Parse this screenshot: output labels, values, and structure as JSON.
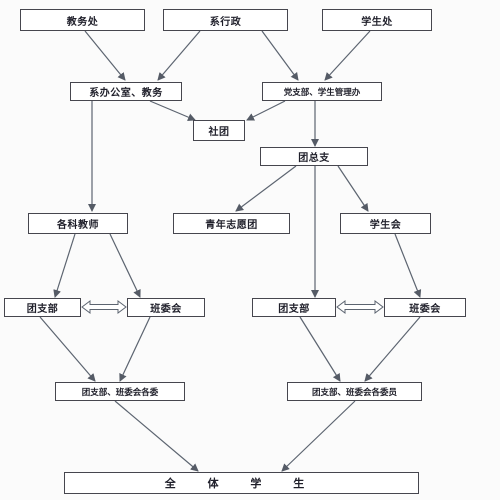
{
  "nodes": {
    "jiaowuchu": "教务处",
    "xixingzheng": "系行政",
    "xueshengchu": "学生处",
    "xiban": "系办公室、教务",
    "dangzhibu": "党支部、学生管理办",
    "shetuan": "社团",
    "tuanzongzhi": "团总支",
    "gekejiaoshi": "各科教师",
    "qingnian": "青年志愿团",
    "xueshenghui": "学生会",
    "tuanzhibu_left": "团支部",
    "banweihui_left": "班委会",
    "tuanzhibu_right": "团支部",
    "banweihui_right": "班委会",
    "weiyuan_left": "团支部、班委会各委",
    "weiyuan_right": "团支部、班委会各委员",
    "quanti": "全 体 学 生"
  }
}
